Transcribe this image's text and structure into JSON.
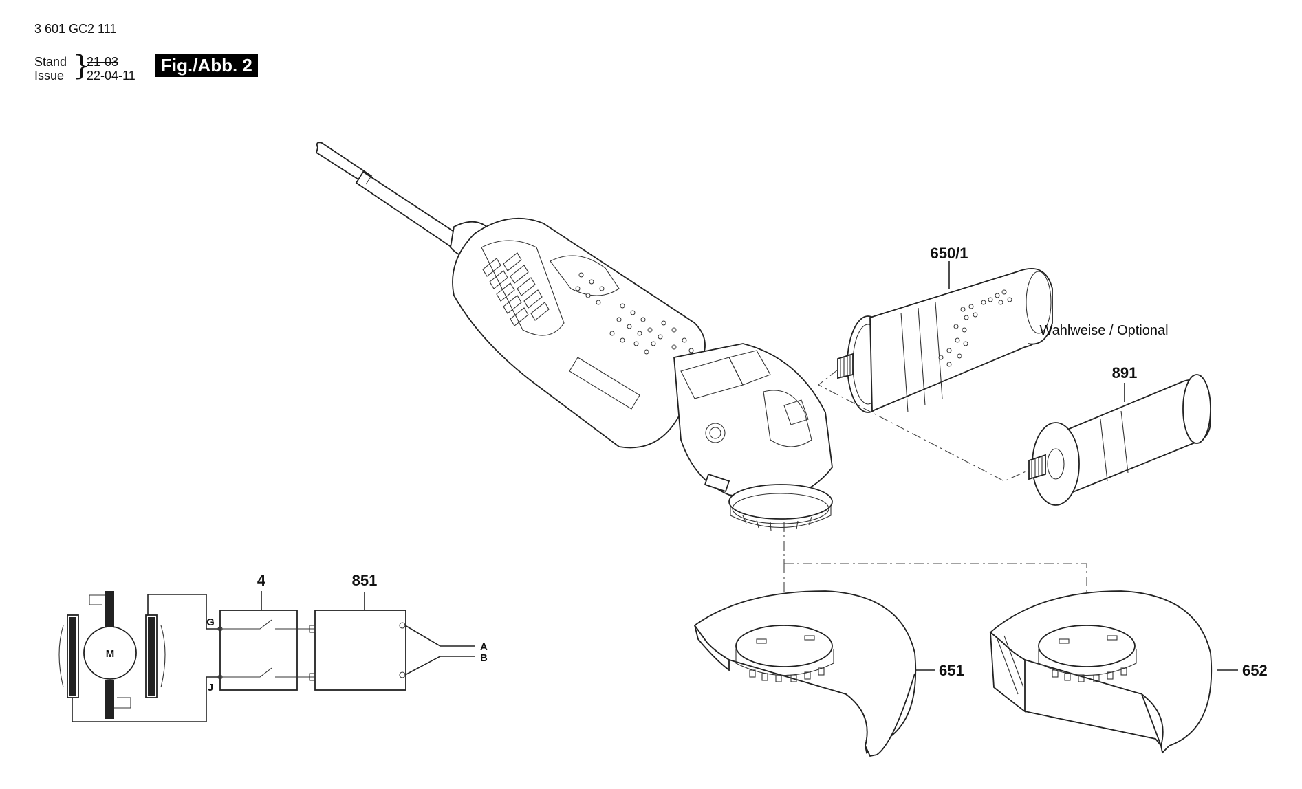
{
  "header": {
    "doc_number": "3 601 GC2 111",
    "stand_label": "Stand",
    "issue_label": "Issue",
    "stand_old_date": "21-03",
    "issue_date": "22-04-11",
    "figure_badge": "Fig./Abb. 2"
  },
  "parts": {
    "aux_handle": "650/1",
    "optional_note": "Wahlweise / Optional",
    "alt_handle": "891",
    "guard_1": "651",
    "guard_2": "652"
  },
  "circuit": {
    "switch_label": "4",
    "module_label": "851",
    "motor_label": "M",
    "terminal_g": "G",
    "terminal_j": "J",
    "output_a": "A",
    "output_b": "B"
  }
}
